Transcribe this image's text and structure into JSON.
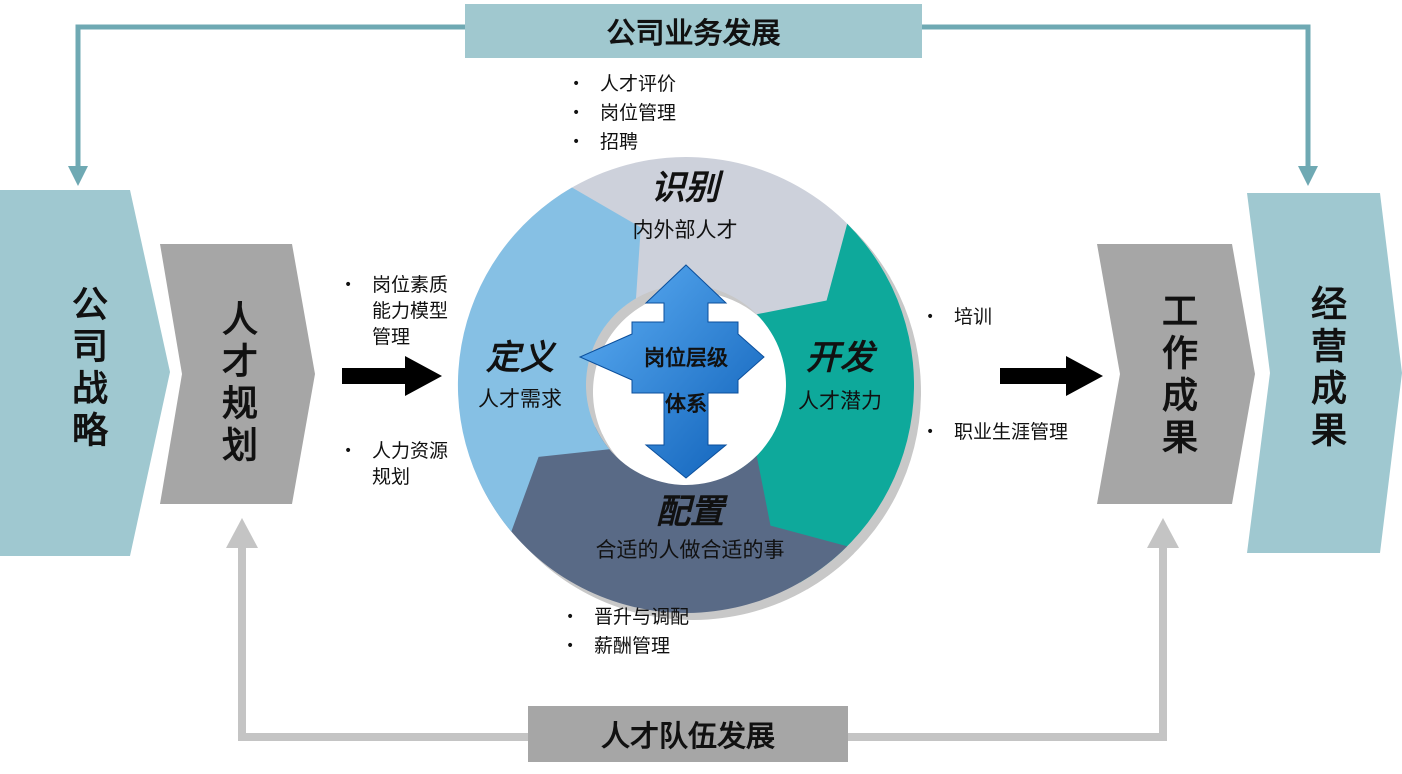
{
  "top_banner": "公司业务发展",
  "bottom_banner": "人才队伍发展",
  "left_outer": "公司战略",
  "left_inner": "人才规划",
  "right_inner": "工作成果",
  "right_outer": "经营成果",
  "center": {
    "line1": "岗位层级",
    "line2": "体系"
  },
  "segments": {
    "identify": {
      "title": "识别",
      "sub": "内外部人才"
    },
    "define": {
      "title": "定义",
      "sub": "人才需求"
    },
    "develop": {
      "title": "开发",
      "sub": "人才潜力"
    },
    "deploy": {
      "title": "配置",
      "sub": "合适的人做合适的事"
    }
  },
  "bullets": {
    "top": [
      "人才评价",
      "岗位管理",
      "招聘"
    ],
    "left_upper": [
      "岗位素质能力模型管理"
    ],
    "left_lower": [
      "人力资源规划"
    ],
    "right_upper": [
      "培训"
    ],
    "right_lower": [
      "职业生涯管理"
    ],
    "bottom": [
      "晋升与调配",
      "薪酬管理"
    ]
  },
  "colors": {
    "teal_light": "#9fc8d0",
    "gray": "#a6a6a6",
    "seg_identify": "#cdd1db",
    "seg_define": "#86c0e4",
    "seg_develop": "#0ea99b",
    "seg_deploy": "#596a86",
    "center_arrow": "#1f7ed8"
  }
}
